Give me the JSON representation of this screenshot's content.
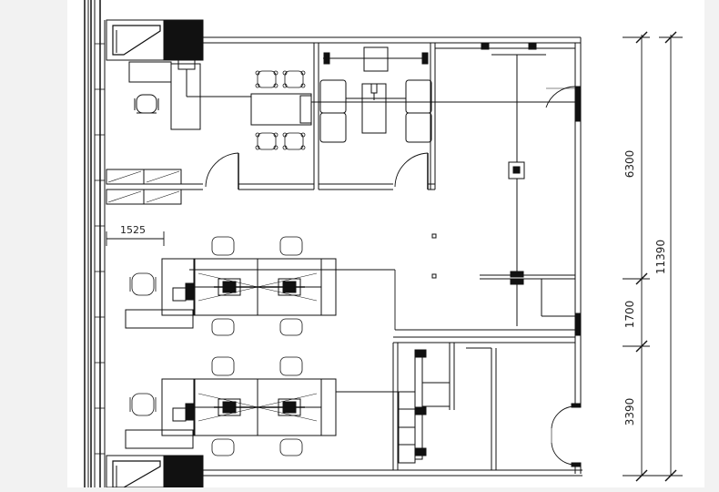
{
  "drawing": {
    "type": "architectural floor plan",
    "colors": {
      "line": "#111111",
      "background": "#ffffff",
      "margin": "#f2f2f2",
      "column": "#111111"
    },
    "dimensions": {
      "segment_top": "6300",
      "segment_middle": "1700",
      "segment_bottom": "3390",
      "total": "11390",
      "offset": "1525"
    }
  }
}
